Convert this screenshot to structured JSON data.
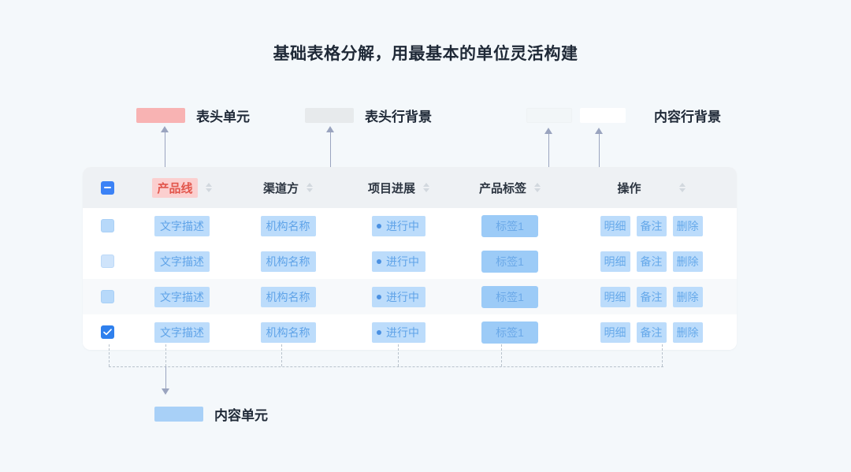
{
  "page": {
    "title": "基础表格分解，用最基本的单位灵活构建",
    "background_color": "#f4f8fb"
  },
  "legends": {
    "header_cell": {
      "label": "表头单元",
      "swatch_color": "#f8b3b3"
    },
    "header_row_bg": {
      "label": "表头行背景",
      "swatch_color": "#e7eaec"
    },
    "content_row_bg": {
      "label": "内容行背景",
      "swatch_color_a": "#f2f6f8",
      "swatch_color_b": "#ffffff"
    },
    "content_cell": {
      "label": "内容单元",
      "swatch_color": "#a8d0f7"
    }
  },
  "table": {
    "header": {
      "select_all_state": "indeterminate",
      "columns": [
        {
          "label": "产品线",
          "sortable": true,
          "highlight": "pink"
        },
        {
          "label": "渠道方",
          "sortable": true,
          "highlight": "none"
        },
        {
          "label": "项目进展",
          "sortable": true,
          "highlight": "none"
        },
        {
          "label": "产品标签",
          "sortable": true,
          "highlight": "none"
        },
        {
          "label": "操作",
          "sortable": true,
          "highlight": "none"
        }
      ]
    },
    "rows": [
      {
        "checked": false,
        "row_bg": "#ffffff",
        "product_line": "文字描述",
        "channel": "机构名称",
        "progress": "进行中",
        "tag": "标签1",
        "actions": [
          "明细",
          "备注",
          "删除"
        ]
      },
      {
        "checked": false,
        "row_bg": "#ffffff",
        "product_line": "文字描述",
        "channel": "机构名称",
        "progress": "进行中",
        "tag": "标签1",
        "actions": [
          "明细",
          "备注",
          "删除"
        ]
      },
      {
        "checked": false,
        "row_bg": "#f7f9fb",
        "product_line": "文字描述",
        "channel": "机构名称",
        "progress": "进行中",
        "tag": "标签1",
        "actions": [
          "明细",
          "备注",
          "删除"
        ]
      },
      {
        "checked": true,
        "row_bg": "#ffffff",
        "product_line": "文字描述",
        "channel": "机构名称",
        "progress": "进行中",
        "tag": "标签1",
        "actions": [
          "明细",
          "备注",
          "删除"
        ]
      }
    ]
  },
  "colors": {
    "accent_blue": "#2f80ed",
    "cell_highlight_blue": "#bcdcfb",
    "tag_blue": "#9ccbf7",
    "header_highlight_pink": "#fbcfcf",
    "header_row_bg": "#eef1f4",
    "connector": "#9aa4bf",
    "guide": "#b8c2cc"
  }
}
